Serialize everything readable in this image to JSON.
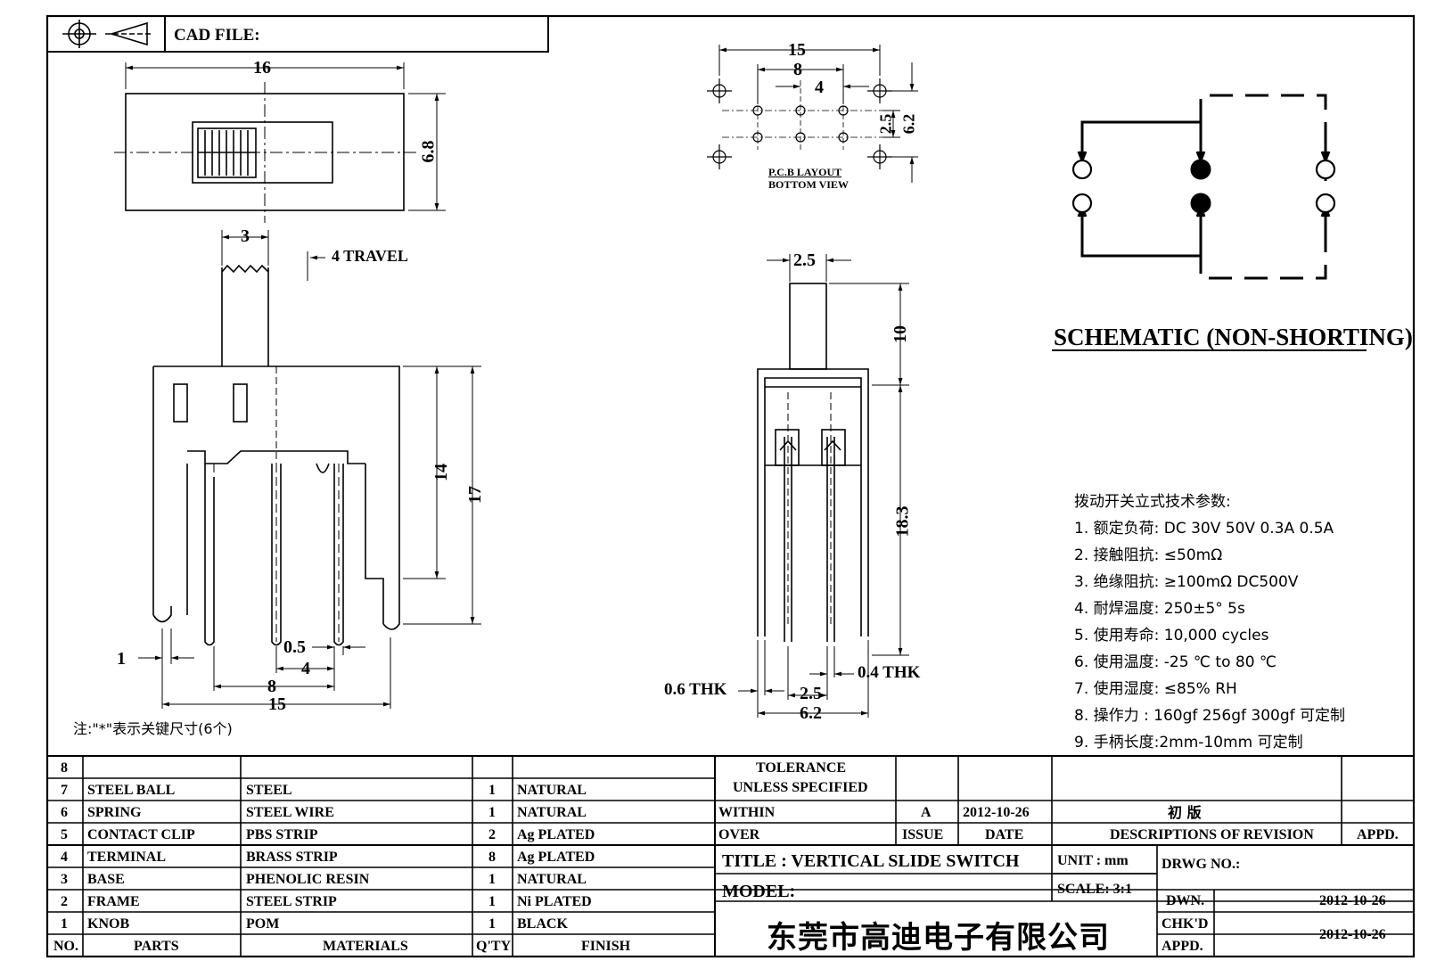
{
  "header": {
    "cad_file_label": "CAD FILE:"
  },
  "top_view": {
    "width": "16",
    "height": "6.8"
  },
  "front_view": {
    "knob_width": "3",
    "travel": "4 TRAVEL",
    "overall_height": "17",
    "body_height": "14",
    "edge_offset": "1",
    "pin_width": "0.5",
    "pin_pitch_small": "4",
    "pin_pitch_mid": "8",
    "overall_width": "15"
  },
  "note": "注:\"*\"表示关键尺寸(6个)",
  "pcb_layout": {
    "width_15": "15",
    "width_8": "8",
    "pitch_4": "4",
    "row_pitch": "2.5",
    "row_span": "6.2",
    "caption_1": "P.C.B LAYOUT",
    "caption_2": "BOTTOM VIEW"
  },
  "side_view": {
    "knob_width": "2.5",
    "knob_height": "10",
    "body_height": "18.3",
    "frame_thk": "0.6 THK",
    "pin_thk": "0.4 THK",
    "pin_pitch": "2.5",
    "overall_depth": "6.2"
  },
  "schematic": {
    "title": "SCHEMATIC (NON-SHORTING)"
  },
  "specs": {
    "heading": "拨动开关立式技术参数:",
    "items": [
      "1. 额定负荷: DC 30V    50V    0.3A    0.5A",
      "2. 接触阻抗: ≤50mΩ",
      "3. 绝缘阻抗: ≥100mΩ   DC500V",
      "4. 耐焊温度: 250±5°  5s",
      "5. 使用寿命: 10,000 cycles",
      "6. 使用温度: -25  ℃   to 80  ℃",
      "7. 使用湿度: ≤85% RH",
      "8. 操作力 : 160gf    256gf    300gf  可定制",
      "9. 手柄长度:2mm-10mm   可定制"
    ]
  },
  "bom": {
    "headers": {
      "no": "NO.",
      "parts": "PARTS",
      "materials": "MATERIALS",
      "qty": "Q'TY",
      "finish": "FINISH"
    },
    "rows": [
      {
        "no": "8",
        "part": "",
        "material": "",
        "qty": "",
        "finish": ""
      },
      {
        "no": "7",
        "part": "STEEL BALL",
        "material": "STEEL",
        "qty": "1",
        "finish": "NATURAL"
      },
      {
        "no": "6",
        "part": "SPRING",
        "material": "STEEL WIRE",
        "qty": "1",
        "finish": "NATURAL"
      },
      {
        "no": "5",
        "part": "CONTACT CLIP",
        "material": "PBS STRIP",
        "qty": "2",
        "finish": "Ag PLATED"
      },
      {
        "no": "4",
        "part": "TERMINAL",
        "material": "BRASS STRIP",
        "qty": "8",
        "finish": "Ag PLATED"
      },
      {
        "no": "3",
        "part": "BASE",
        "material": "PHENOLIC RESIN",
        "qty": "1",
        "finish": "NATURAL"
      },
      {
        "no": "2",
        "part": "FRAME",
        "material": "STEEL STRIP",
        "qty": "1",
        "finish": "Ni PLATED"
      },
      {
        "no": "1",
        "part": "KNOB",
        "material": "POM",
        "qty": "1",
        "finish": "BLACK"
      }
    ]
  },
  "title_block": {
    "tolerance_1": "TOLERANCE",
    "tolerance_2": "UNLESS   SPECIFIED",
    "within": "WITHIN",
    "over": "OVER",
    "issue_value": "A",
    "date_value": "2012-10-26",
    "revision_desc": "初  版",
    "issue_label": "ISSUE",
    "date_label": "DATE",
    "desc_label": "DESCRIPTIONS  OF  REVISION",
    "appd_label": "APPD.",
    "title": "TITLE :   VERTICAL  SLIDE  SWITCH",
    "unit": "UNIT :   mm",
    "drwg_no": "DRWG  NO.:",
    "model": "MODEL:",
    "scale": "SCALE:   3:1",
    "dwn_label": "DWN.",
    "dwn_date": "2012-10-26",
    "chkd_label": "CHK'D",
    "chkd_date": "2012-10-26",
    "appd2_label": "APPD.",
    "company": "东莞市高迪电子有限公司"
  }
}
